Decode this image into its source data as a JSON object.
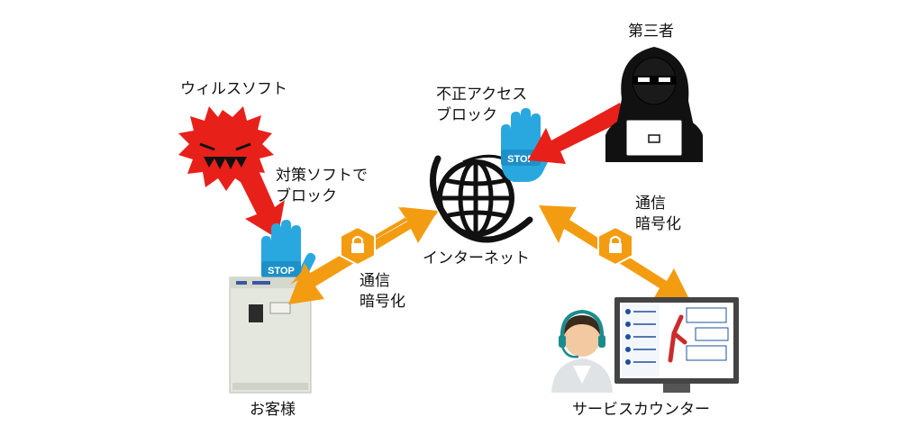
{
  "labels": {
    "virus_software": "ウィルスソフト",
    "antivirus_block": "対策ソフトで\nブロック",
    "unauthorized_access_block": "不正アクセス\nブロック",
    "third_party": "第三者",
    "encryption_left": "通信\n暗号化",
    "encryption_right": "通信\n暗号化",
    "internet": "インターネット",
    "customer": "お客様",
    "service_counter": "サービスカウンター"
  },
  "stop_text": "STOP",
  "colors": {
    "threat_arrow": "#e8201a",
    "secure_arrow": "#f39c12",
    "stop_hand": "#29a8e0",
    "virus": "#e8201a",
    "lock_hex": "#f39c12"
  }
}
